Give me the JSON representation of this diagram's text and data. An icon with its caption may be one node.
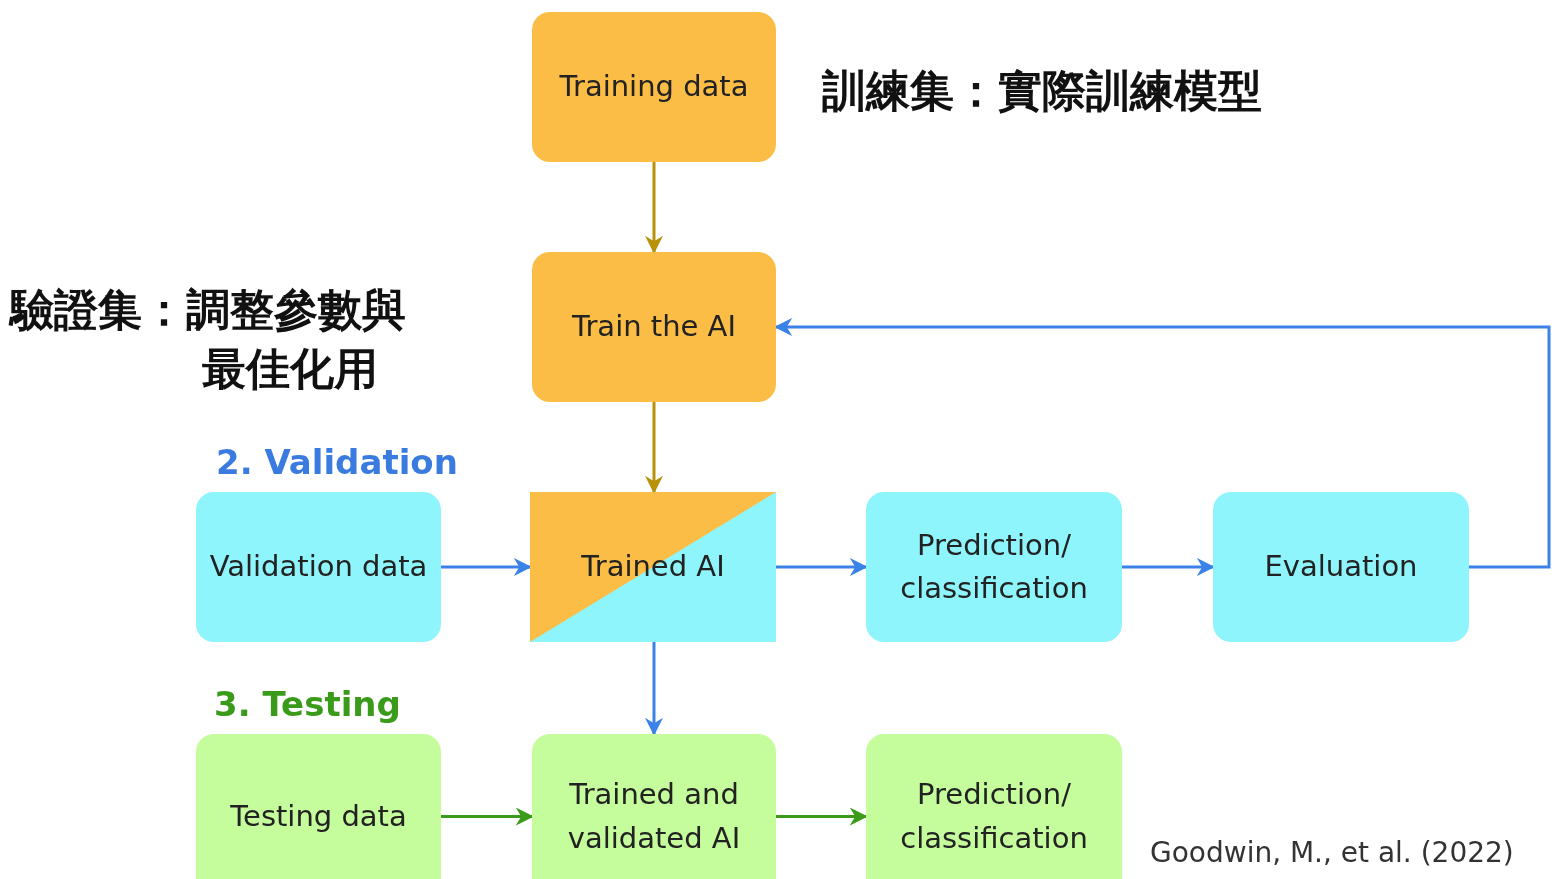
{
  "diagram": {
    "nodes": [
      {
        "text": [
          "Training data"
        ]
      },
      {
        "text": [
          "Train the AI"
        ]
      },
      {
        "text": [
          "Trained AI"
        ]
      },
      {
        "text": [
          "Validation data"
        ]
      },
      {
        "text": [
          "Prediction/ classification"
        ]
      },
      {
        "text": [
          "Evaluation"
        ]
      },
      {
        "text": [
          "Testing data"
        ]
      },
      {
        "text": [
          "Trained and validated AI"
        ]
      },
      {
        "text": [
          "Prediction/ classification"
        ]
      }
    ],
    "edges": [
      {
        "from": 0,
        "to": 1,
        "arrow": "to",
        "color": "#b8900a"
      },
      {
        "from": 1,
        "to": 2,
        "arrow": "to",
        "color": "#b8900a"
      },
      {
        "from": 3,
        "to": 2,
        "arrow": "to"
      },
      {
        "from": 2,
        "to": 4,
        "arrow": "to"
      },
      {
        "from": 4,
        "to": 5,
        "arrow": "to"
      },
      {
        "from": 5,
        "to": 1,
        "arrow": "to"
      },
      {
        "from": 2,
        "to": 7,
        "arrow": "to"
      },
      {
        "from": 6,
        "to": 7,
        "arrow": "to",
        "color": "#3a9a1a"
      },
      {
        "from": 7,
        "to": 8,
        "arrow": "to",
        "color": "#3a9a1a"
      }
    ],
    "labels": [
      "訓練集：實際訓練模型",
      "驗證集：調整參數與最佳化用",
      "2. Validation",
      "3. Testing",
      "Goodwin, M., et al. (2022)"
    ]
  }
}
